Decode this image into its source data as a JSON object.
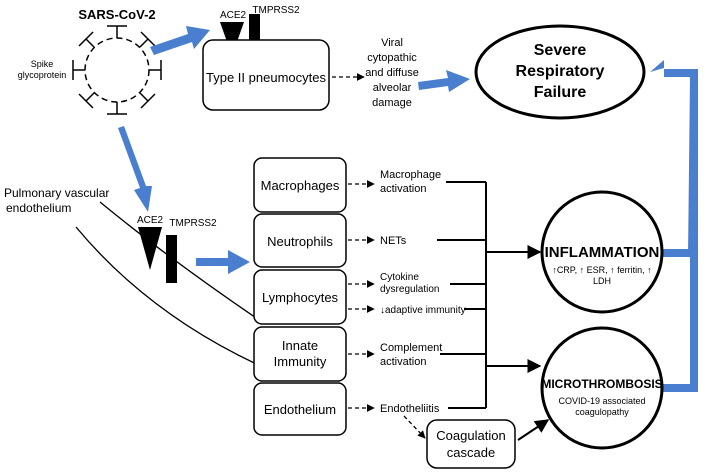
{
  "virus": {
    "name": "SARS-CoV-2",
    "spike_label": [
      "Spike",
      "glycoprotein"
    ]
  },
  "receptors": {
    "ace2": "ACE2",
    "tmprss2": "TMPRSS2"
  },
  "type2_pneumocytes": "Type II pneumocytes",
  "viral_damage": [
    "Viral",
    "cytopathic",
    "and diffuse",
    "alveolar",
    "damage"
  ],
  "severe_failure": [
    "Severe",
    "Respiratory",
    "Failure"
  ],
  "endothelium_label": [
    "Pulmonary vascular",
    "endothelium"
  ],
  "cells": [
    {
      "label": [
        "Macrophages"
      ]
    },
    {
      "label": [
        "Neutrophils"
      ]
    },
    {
      "label": [
        "Lymphocytes"
      ]
    },
    {
      "label": [
        "Innate",
        "Immunity"
      ]
    },
    {
      "label": [
        "Endothelium"
      ]
    }
  ],
  "effects": {
    "macrophage": [
      "Macrophage",
      "activation"
    ],
    "nets": [
      "NETs"
    ],
    "cytokine": [
      "Cytokine",
      "dysregulation"
    ],
    "adaptive": [
      "↓adaptive immunity"
    ],
    "complement": [
      "Complement",
      "activation"
    ],
    "endotheliitis": [
      "Endotheliitis"
    ]
  },
  "coagulation": [
    "Coagulation",
    "cascade"
  ],
  "inflammation": {
    "title": "INFLAMMATION",
    "detail": [
      "↑CRP, ↑ ESR, ↑ ferritin, ↑",
      "LDH"
    ]
  },
  "microthrombosis": {
    "title": "MICROTHROMBOSIS",
    "detail": [
      "COVID-19 associated",
      "coagulopathy"
    ]
  },
  "colors": {
    "arrow_blue": "#4a7fcf",
    "line": "#000000"
  }
}
